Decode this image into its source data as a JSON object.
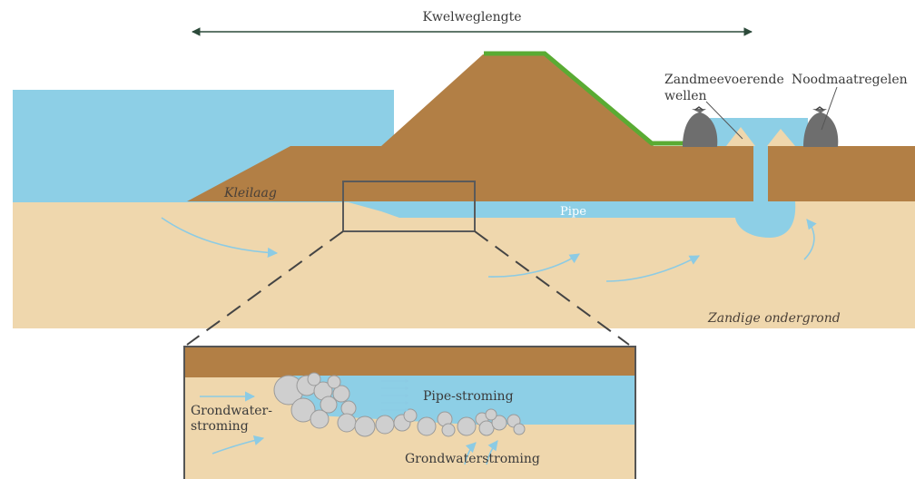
{
  "labels": {
    "seepage_length": "Kwelweglengte",
    "sand_boils": "Zandmeevoerende wellen",
    "emergency_measures": "Noodmaatregelen",
    "clay_layer": "Kleilaag",
    "pipe": "Pipe",
    "sandy_subsoil": "Zandige ondergrond",
    "pipe_flow": "Pipe-stroming",
    "groundwater_flow_inset": "Grondwater- stroming",
    "groundwater_flow": "Grondwaterstroming"
  },
  "colors": {
    "water": "#8dcfe6",
    "clay": "#b27f45",
    "sand": "#efd7ad",
    "grass": "#5aab33",
    "arrow": "#8ccbe4",
    "dark_line": "#555555",
    "bag": "#6e6e6e",
    "grain_fill": "#cfcfcf",
    "grain_stroke": "#9a9a9a"
  }
}
